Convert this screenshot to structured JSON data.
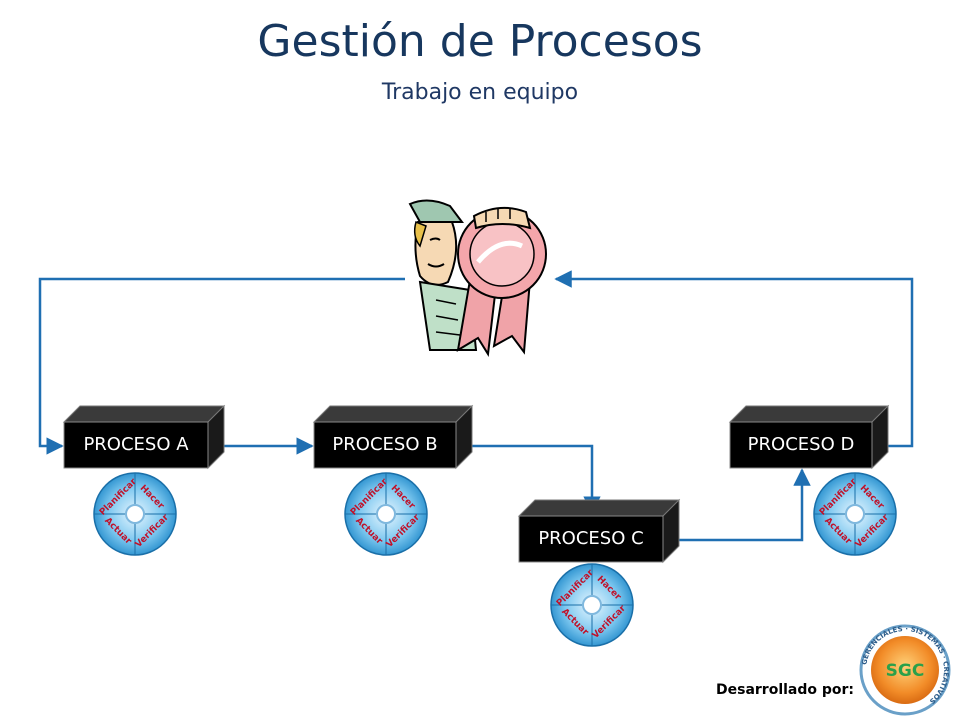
{
  "title": "Gestión de Procesos",
  "subtitle": "Trabajo en equipo",
  "processes": [
    {
      "id": "a",
      "label": "PROCESO A"
    },
    {
      "id": "b",
      "label": "PROCESO B"
    },
    {
      "id": "c",
      "label": "PROCESO C"
    },
    {
      "id": "d",
      "label": "PROCESO D"
    }
  ],
  "pdca": {
    "planificar": "Planificar",
    "hacer": "Hacer",
    "verificar": "Verificar",
    "actuar": "Actuar"
  },
  "footer": {
    "developed_by": "Desarrollado por:",
    "logo_text": "SGC",
    "logo_ring_text": "GERENCIALES · SISTEMAS · CREATIVOS"
  },
  "colors": {
    "title": "#17375e",
    "arrow": "#1f6fb2",
    "box": "#000000",
    "pdca_blue": "#2e9bd6",
    "logo_orange": "#f28c28"
  }
}
